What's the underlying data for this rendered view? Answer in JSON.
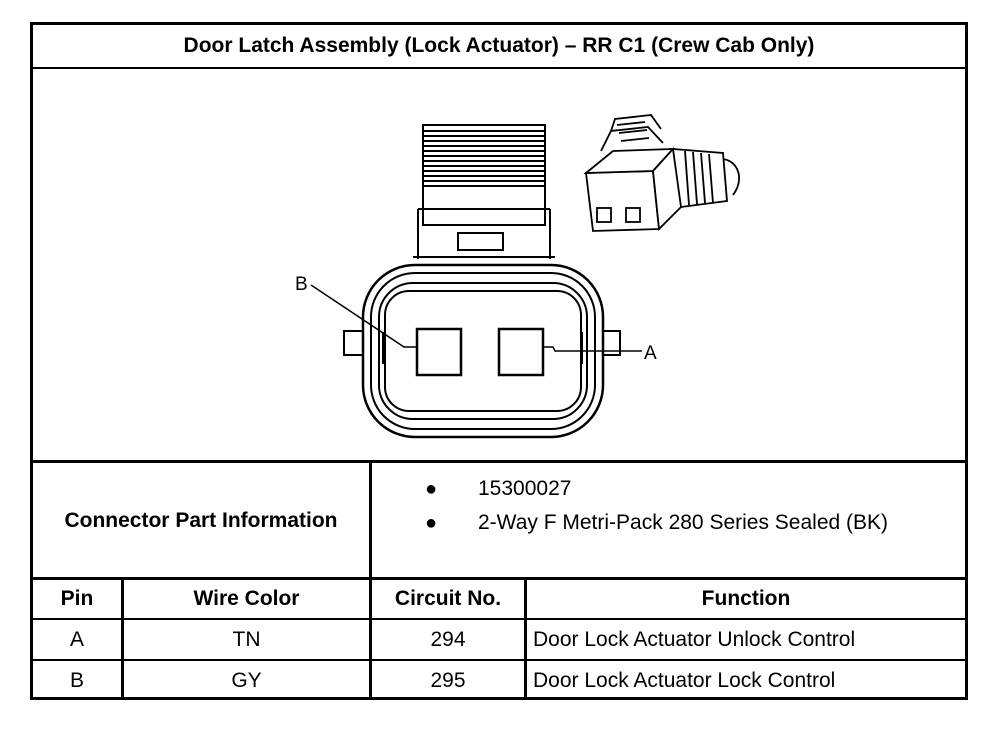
{
  "title": "Door Latch Assembly (Lock Actuator) – RR C1 (Crew Cab Only)",
  "diagram": {
    "label_b": "B",
    "label_a": "A"
  },
  "connector_info": {
    "label": "Connector Part Information",
    "items": [
      "15300027",
      "2-Way F Metri-Pack 280 Series Sealed (BK)"
    ]
  },
  "table": {
    "headers": [
      "Pin",
      "Wire Color",
      "Circuit No.",
      "Function"
    ],
    "rows": [
      [
        "A",
        "TN",
        "294",
        "Door Lock Actuator Unlock Control"
      ],
      [
        "B",
        "GY",
        "295",
        "Door Lock Actuator Lock Control"
      ]
    ]
  }
}
